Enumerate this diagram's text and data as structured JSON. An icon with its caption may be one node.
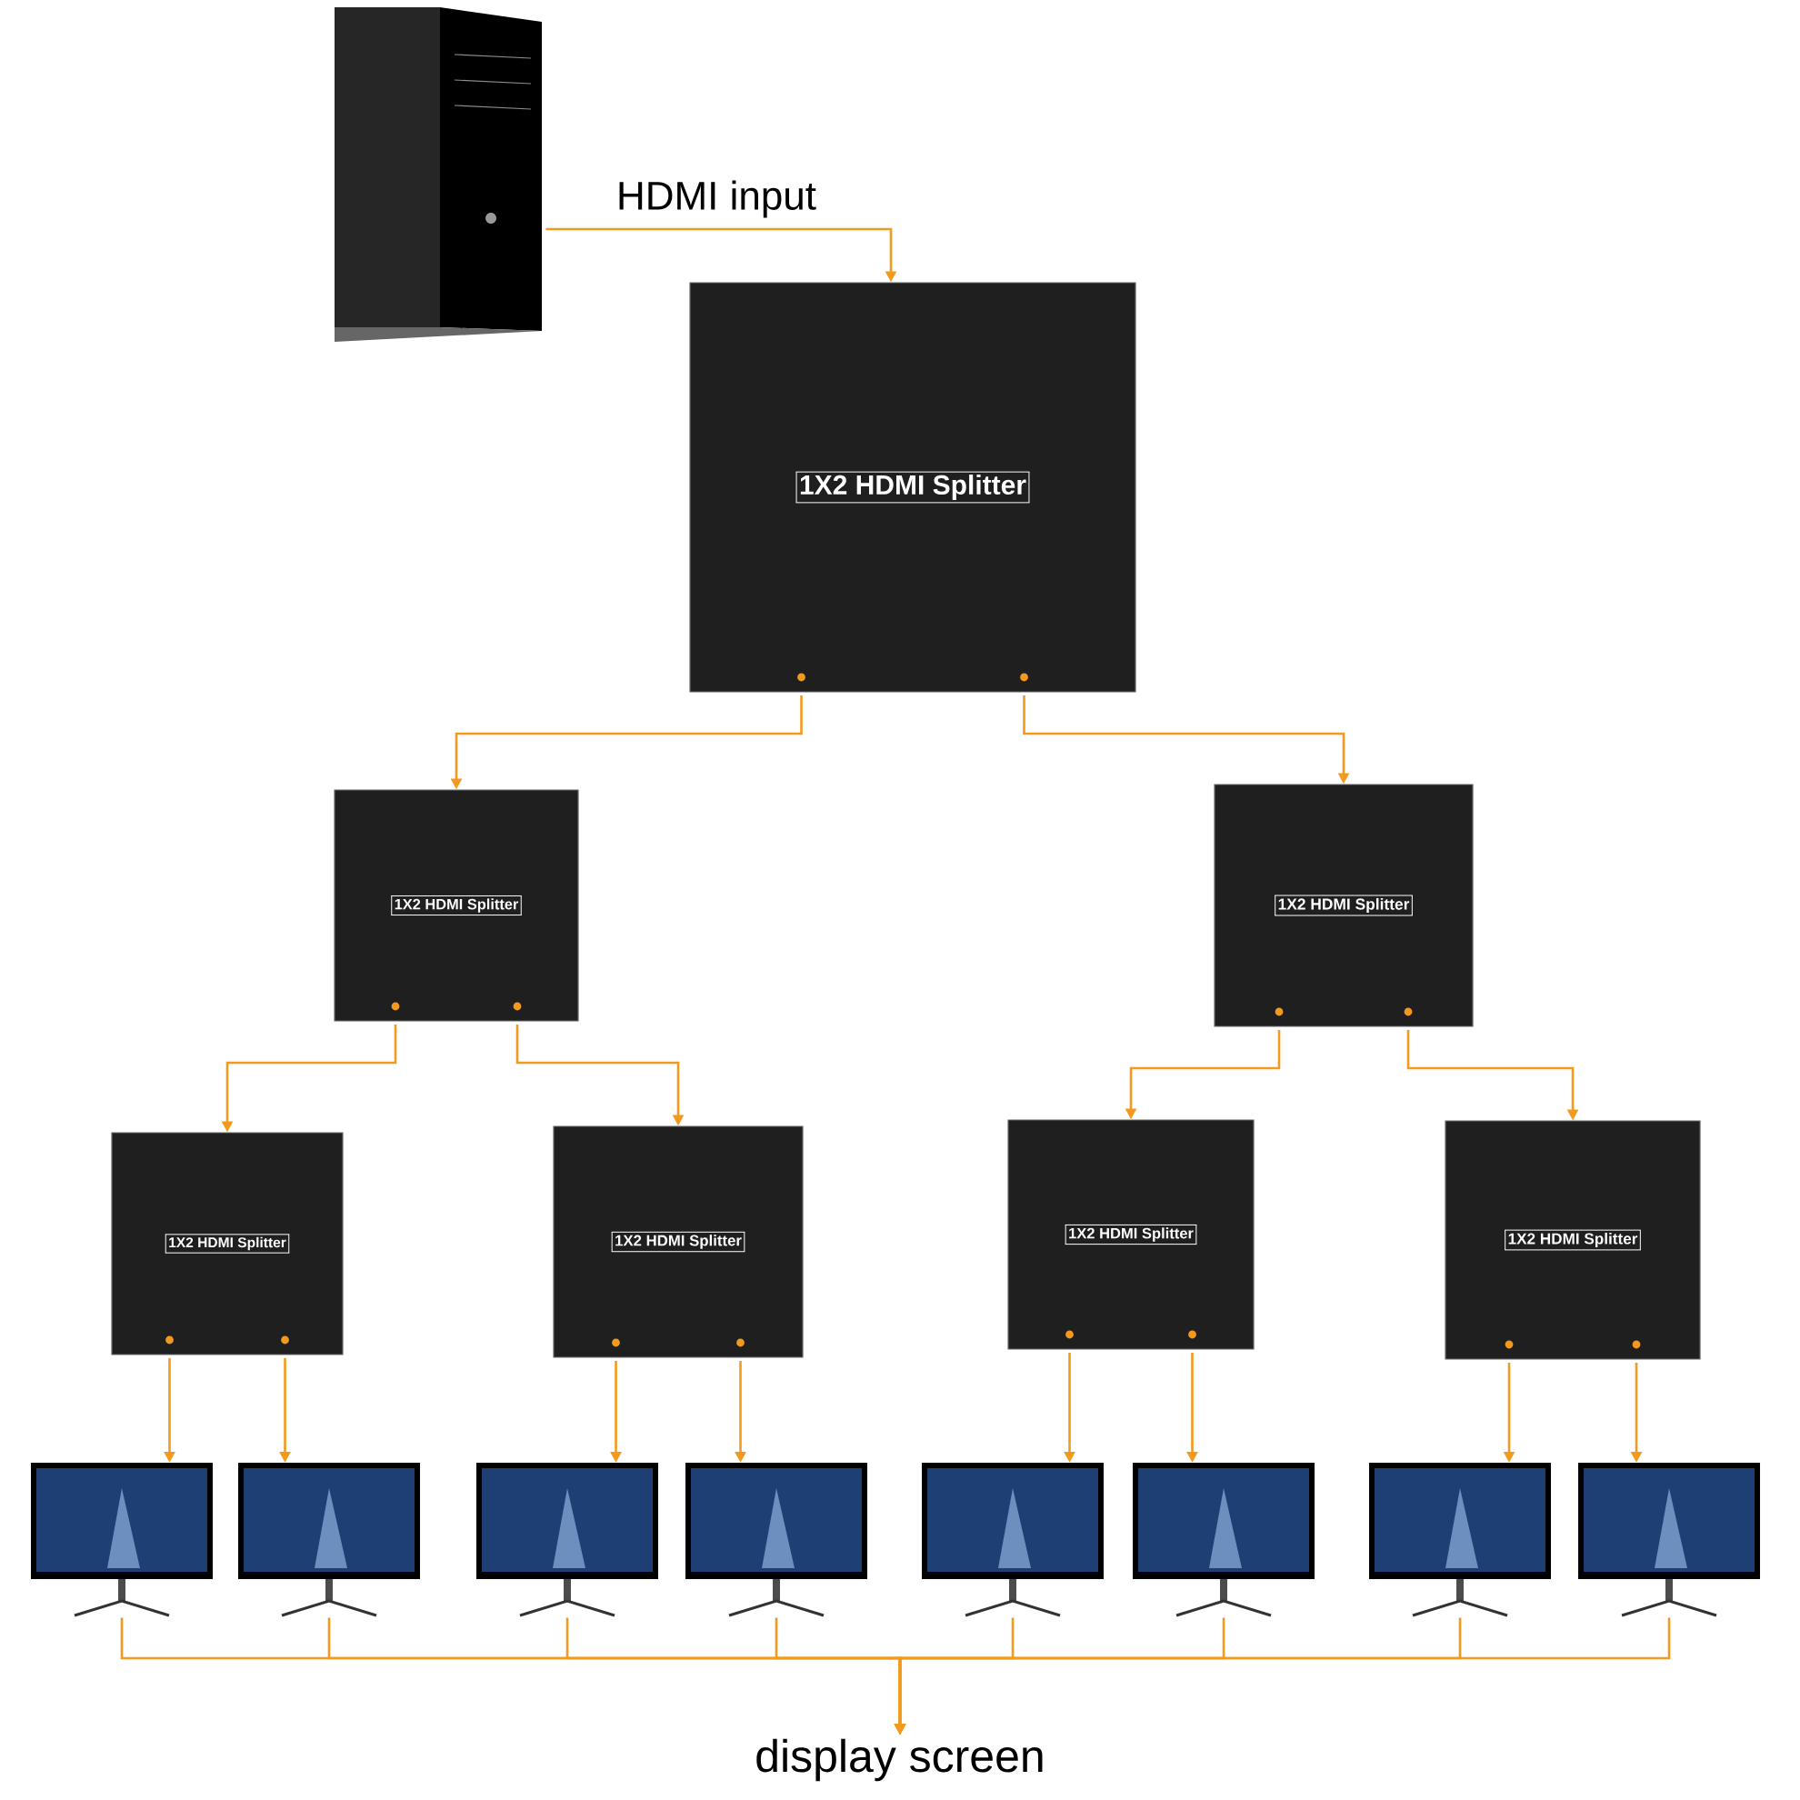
{
  "diagram": {
    "nodes": [
      {
        "text": [],
        "shape": "picture"
      },
      {
        "text": [
          "1X2 HDMI Splitter"
        ]
      },
      {
        "text": [
          "1X2 HDMI Splitter"
        ]
      },
      {
        "text": [
          "1X2 HDMI Splitter"
        ]
      },
      {
        "text": [
          "1X2 HDMI Splitter"
        ]
      },
      {
        "text": [
          "1X2 HDMI Splitter"
        ]
      },
      {
        "text": [
          "1X2 HDMI Splitter"
        ]
      },
      {
        "text": [
          "1X2 HDMI Splitter"
        ]
      },
      {
        "text": [],
        "shape": "picture"
      },
      {
        "text": [],
        "shape": "picture"
      },
      {
        "text": [],
        "shape": "picture"
      },
      {
        "text": [],
        "shape": "picture"
      },
      {
        "text": [],
        "shape": "picture"
      },
      {
        "text": [],
        "shape": "picture"
      },
      {
        "text": [],
        "shape": "picture"
      },
      {
        "text": [],
        "shape": "picture"
      },
      {
        "text": [
          "display screen"
        ]
      }
    ],
    "edges": [
      {
        "from": 0,
        "to": 1,
        "arrow": "to",
        "label": "HDMI input"
      },
      {
        "from": 1,
        "to": 2,
        "arrow": "to"
      },
      {
        "from": 1,
        "to": 3,
        "arrow": "to"
      },
      {
        "from": 2,
        "to": 4,
        "arrow": "to"
      },
      {
        "from": 2,
        "to": 5,
        "arrow": "to"
      },
      {
        "from": 3,
        "to": 6,
        "arrow": "to"
      },
      {
        "from": 3,
        "to": 7,
        "arrow": "to"
      },
      {
        "from": 4,
        "to": 8,
        "arrow": "to"
      },
      {
        "from": 4,
        "to": 9,
        "arrow": "to"
      },
      {
        "from": 5,
        "to": 10,
        "arrow": "to"
      },
      {
        "from": 5,
        "to": 11,
        "arrow": "to"
      },
      {
        "from": 6,
        "to": 12,
        "arrow": "to"
      },
      {
        "from": 6,
        "to": 13,
        "arrow": "to"
      },
      {
        "from": 7,
        "to": 14,
        "arrow": "to"
      },
      {
        "from": 7,
        "to": 15,
        "arrow": "to"
      },
      {
        "from": 8,
        "to": 16,
        "arrow": "to"
      },
      {
        "from": 9,
        "to": 16,
        "arrow": "to"
      },
      {
        "from": 10,
        "to": 16,
        "arrow": "to"
      },
      {
        "from": 11,
        "to": 16,
        "arrow": "to"
      },
      {
        "from": 12,
        "to": 16,
        "arrow": "to"
      },
      {
        "from": 13,
        "to": 16,
        "arrow": "to"
      },
      {
        "from": 14,
        "to": 16,
        "arrow": "to"
      },
      {
        "from": 15,
        "to": 16,
        "arrow": "to"
      }
    ]
  }
}
